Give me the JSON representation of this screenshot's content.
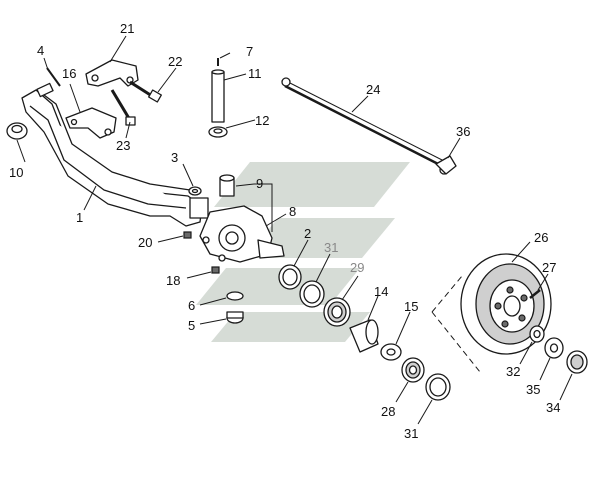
{
  "colors": {
    "line": "#1a1a1a",
    "watermark": "#d6dcd6",
    "background": "#ffffff",
    "callout_grey": "#888888"
  },
  "callouts": {
    "c1": "1",
    "c2": "2",
    "c3": "3",
    "c4": "4",
    "c5": "5",
    "c6": "6",
    "c7": "7",
    "c8": "8",
    "c9": "9",
    "c10": "10",
    "c11": "11",
    "c12": "12",
    "c14": "14",
    "c15": "15",
    "c16": "16",
    "c18": "18",
    "c20": "20",
    "c21": "21",
    "c22": "22",
    "c23": "23",
    "c24": "24",
    "c26": "26",
    "c27": "27",
    "c28": "28",
    "c29": "29",
    "c31a": "31",
    "c31b": "31",
    "c32": "32",
    "c34": "34",
    "c35": "35",
    "c36": "36"
  }
}
